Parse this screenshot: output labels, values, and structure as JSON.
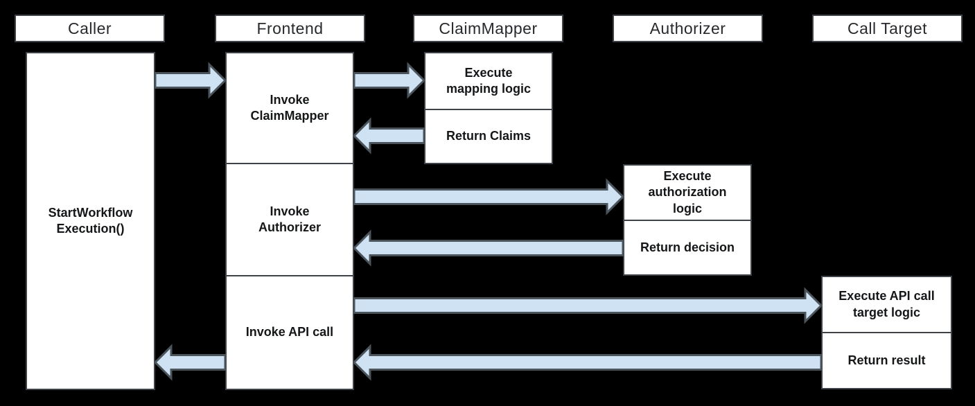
{
  "diagram": {
    "colors": {
      "background": "#000000",
      "box_fill": "#ffffff",
      "box_border": "#3f4347",
      "arrow_fill": "#cfe2f3",
      "arrow_border": "#4b535b",
      "header_text": "#27292c",
      "box_text": "#141618"
    },
    "lanes": [
      {
        "title": "Caller",
        "boxes": [
          {
            "label": "StartWorkflow\nExecution()"
          }
        ]
      },
      {
        "title": "Frontend",
        "boxes": [
          {
            "label": "Invoke\nClaimMapper"
          },
          {
            "label": "Invoke\nAuthorizer"
          },
          {
            "label": "Invoke API call"
          }
        ]
      },
      {
        "title": "ClaimMapper",
        "boxes": [
          {
            "label": "Execute\nmapping logic"
          },
          {
            "label": "Return Claims"
          }
        ]
      },
      {
        "title": "Authorizer",
        "boxes": [
          {
            "label": "Execute\nauthorization\nlogic"
          },
          {
            "label": "Return decision"
          }
        ]
      },
      {
        "title": "Call Target",
        "boxes": [
          {
            "label": "Execute API call\ntarget logic"
          },
          {
            "label": "Return result"
          }
        ]
      }
    ],
    "arrows": [
      {
        "name": "start-workflow-arrow",
        "direction": "right"
      },
      {
        "name": "invoke-claimmapper-arrow",
        "direction": "right"
      },
      {
        "name": "return-claims-arrow",
        "direction": "left"
      },
      {
        "name": "invoke-authorizer-arrow",
        "direction": "right"
      },
      {
        "name": "return-decision-arrow",
        "direction": "left"
      },
      {
        "name": "invoke-api-call-arrow",
        "direction": "right"
      },
      {
        "name": "return-result-arrow",
        "direction": "left"
      },
      {
        "name": "return-to-caller-arrow",
        "direction": "left"
      }
    ]
  }
}
